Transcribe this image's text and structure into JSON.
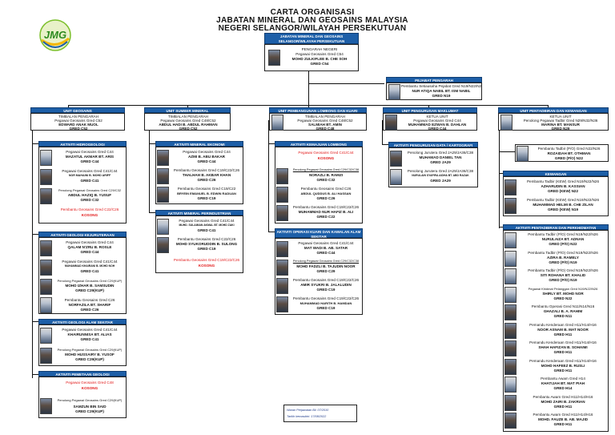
{
  "title": {
    "line1": "CARTA ORGANISASI",
    "line2": "JABATAN MINERAL DAN GEOSAINS MALAYSIA",
    "line3": "NEGERI SELANGOR/WILAYAH PERSEKUTUAN"
  },
  "logo": {
    "text": "JMG"
  },
  "top": {
    "header": "JABATAN MINERAL DAN GEOSAINS SELANGOR/WILAYAH PERSEKUTUAN",
    "role": "PENGARAH NEGERI",
    "grade": "Pegawai Geosains Gred C54",
    "name": "MOHD ZULKIFLEE B. CHE SOH",
    "name_grade": "GRED C54"
  },
  "office": {
    "header": "PEJABAT PENGARAH",
    "role": "Pembantu Setiausaha Pejabat Gred N19/N22/N26",
    "name": "NUR ATIQA NABIL BT. ISM NABIL",
    "grade": "GRED N19"
  },
  "units": {
    "geosains": {
      "header": "UNIT GEOSAINS",
      "role": "TIMBALAN PENGARAH",
      "grade": "Pegawai Geosains Gred C52",
      "name": "EDWARD ANAK MUOL",
      "name_grade": "GRED C52"
    },
    "mineral": {
      "header": "UNIT SUMBER MINERAL",
      "role": "TIMBALAN PENGARAH",
      "grade": "Pegawai Geosains Gred C48/C52",
      "name": "ABDUL HADI B. ABDUL RAHMAN",
      "name_grade": "GRED C52"
    },
    "lombong": {
      "header": "UNIT PEMBANGUNAN LOMBONG DAN KUARI",
      "role": "TIMBALAN PENGARAH",
      "grade": "Pegawai Geosains Gred C48/C52",
      "name": "SALMIAH BT. AMIN",
      "name_grade": "GRED C48"
    },
    "maklumat": {
      "header": "UNIT PENGURUSAN MAKLUMAT",
      "role": "KETUA UNIT",
      "grade": "Pegawai Geosains Gred C44",
      "name": "MUHAMMAD EZWAN B. DAHLAN",
      "name_grade": "GRED C44"
    },
    "pentadbiran": {
      "header": "UNIT PENTADBIRAN DAN KEWANGAN",
      "role": "KETUA UNIT",
      "grade": "Penolong Pegawai Tadbir Gred N29/N32/N36",
      "name": "MARINA BT. MANSUR",
      "name_grade": "GRED N29"
    }
  },
  "hidrogeologi": {
    "header": "AKTIVITI HIDROGEOLOGI",
    "p1": {
      "grade": "Pegawai Geosains Gred C44",
      "name": "MAZATUL AKMAR BT. ARIS",
      "g": "GRED C44"
    },
    "p2": {
      "grade": "Pegawai Geosains Gred C41/C44",
      "name": "NOR MAHAINI B. MOHD ARIFF",
      "g": "GRED C41"
    },
    "p3": {
      "grade": "Penolong Pegawai Geosains Gred C29/C32",
      "name": "ABDUL HAZIQ B. YUSUF",
      "g": "GRED C32"
    },
    "p4": {
      "grade": "Pembantu Geosains Gred C22/C26",
      "name": "KOSONG"
    }
  },
  "kejuruteraan": {
    "header": "AKTIVITI GEOLOGI KEJURUTERAAN",
    "p1": {
      "grade": "Pegawai Geosains Gred C44",
      "name": "QALAM N'ZRU B. ROSLE",
      "g": "GRED C44"
    },
    "p2": {
      "grade": "Pegawai Geosains Gred C41/C44",
      "name": "MUHAMMAD KHAIRANI B. MOHD NOH",
      "g": "GRED C41"
    },
    "p3": {
      "grade": "Penolong Pegawai Geosains Gred C29(KUP)",
      "name": "MOHD IZHAR B. SAMSUDIN",
      "g": "GRED C29(KUP)"
    },
    "p4": {
      "grade": "Pembantu Geosains Gred C26",
      "name": "NORFAZILA BT. SHARIF",
      "g": "GRED C26"
    }
  },
  "alam_sekitar": {
    "header": "AKTIVITI GEOLOGI ALAM SEKITAR",
    "p1": {
      "grade": "Pegawai Geosains Gred C41/C44",
      "name": "KHAIRUNNISA BT. ALIAS",
      "g": "GRED C41"
    },
    "p2": {
      "grade": "Penolong Pegawai Geosains Gred C29(KUP)",
      "name": "MOHD HUSSAIRY B. YUSOF",
      "g": "GRED C29(KUP)"
    }
  },
  "pemetaan": {
    "header": "AKTIVITI PEMETAAN GEOLOGI",
    "p1": {
      "grade": "Pegawai Geosains Gred C48",
      "name": "KOSONG"
    },
    "p2": {
      "grade": "Penolong Pegawai Geosains Gred C29(KUP)",
      "name": "SAMZUN BIN SAID",
      "g": "GRED C29(KUP)"
    }
  },
  "ekonomi": {
    "header": "AKTIVITI MINERAL EKONOMI",
    "p1": {
      "grade": "Pegawai Geosains Gred C44",
      "name": "AZMI B. ABU BAKAR",
      "g": "GRED C44"
    },
    "p2": {
      "grade": "Pembantu Geosains Gred C19/C22/C26",
      "name": "THALHAH B. AKBAR KHAN",
      "g": "GRED C26"
    },
    "p3": {
      "grade": "Pembantu Geosains Gred C19/C22",
      "name": "BRYEIN EMANUEL B. EDWIN RADUAN",
      "g": "GRED C19"
    }
  },
  "perindustrian": {
    "header": "AKTIVITI MINERAL PERINDUSTRIAN",
    "p1": {
      "grade": "Pegawai Geosains Gred C41/C44",
      "name": "MUHD. SULAIMAN AKMAL BT. MOHD ZAKI",
      "g": "GRED C41"
    },
    "p2": {
      "grade": "Pembantu Geosains Gred C22/C26",
      "name": "MOHD SYUKORUDDIN B. SULONG",
      "g": "GRED C19"
    },
    "p3": {
      "grade": "Pembantu Geosains Gred C19/C22/C26",
      "name": "KOSONG"
    }
  },
  "kemajuan": {
    "header": "AKTIVITI KEMAJUAN LOMBONG",
    "p1": {
      "grade": "Pegawai Geosains Gred C41/C44",
      "name": "KOSONG"
    },
    "p2": {
      "grade": "Penolong Pegawai Geosains Gred C29/C32/C38",
      "name": "NORAZLI B. RAMZI",
      "g": "GRED C32"
    },
    "p3": {
      "grade": "Pembantu Geosains Gred C26",
      "name": "ABDUL QUDDUS B. ALI HASSAN",
      "g": "GRED C26"
    },
    "p4": {
      "grade": "Pembantu Geosains Gred C19/C22/C26",
      "name": "MUHAMMAD NUR HAFIZ B. ALI",
      "g": "GRED C22"
    }
  },
  "operasi": {
    "header": "AKTIVITI OPERASI KUARI DAN KAWALAN ALAM SEKITAR",
    "p1": {
      "grade": "Pegawai Geosains Gred C41/C44",
      "name": "MAT WADI B. AB. SATAR",
      "g": "GRED C44"
    },
    "p2": {
      "grade": "Penolong Pegawai Geosains Gred C29/C32/C38",
      "name": "MOHD FADZLI B. TAJUDIN NOOR",
      "g": "GRED C29"
    },
    "p3": {
      "grade": "Pembantu Geosains Gred C19/C22/C26",
      "name": "AMIR SYUKRI B. JALALUDIN",
      "g": "GRED C19"
    },
    "p4": {
      "grade": "Pembantu Geosains Gred C19/C22/C26",
      "name": "MUHAMMAD HARITH B. HAMDAN",
      "g": "GRED C19"
    }
  },
  "pengurusan_data": {
    "header": "AKTIVITI PENGURUSAN DATA / KARTOGRAFI",
    "p1": {
      "grade": "Penolong Jurutera Gred JA29/JA36/C38",
      "name": "MUHAMAD DANIEL TAN",
      "g": "GRED JA29"
    },
    "p2": {
      "grade": "Penolong Jurutera Gred JA29/JA36/C38",
      "name": "NURULAIN SYAFIRA AIDHA BT. ABD RAZAK",
      "g": "GRED JA29"
    }
  },
  "tadbir_top": {
    "grade": "Pembantu Tadbir (P/O) Gred N22/N26",
    "name": "ROZAIDAH BT. OTHMAN",
    "g": "GRED (P/O) N22"
  },
  "kewangan": {
    "header": "KEWANGAN",
    "p1": {
      "grade": "Pembantu Tadbir (KEW) Gred N19/N22/N26",
      "name": "AZHARUDIN B. KASSIAN",
      "g": "GRED (KEW) N22"
    },
    "p2": {
      "grade": "Pembantu Tadbir (KEW) Gred N19/N22/N26",
      "name": "MUHAMMAD HELMI B. CHE ZILAN",
      "g": "GRED (KEW) N19"
    }
  },
  "aktiviti_pentadbiran": {
    "header": "AKTIVITI PENTADBIRAN DAN PERKHIDMATAN",
    "items": [
      {
        "grade": "Pembantu Tadbir (P/O) Gred N19/N22/N26",
        "name": "NURULAIZA BT. ADNAN",
        "g": "GRED (P/O) N22"
      },
      {
        "grade": "Pembantu Tadbir (P/O) Gred N19/N22/N26",
        "name": "AZIRA B. RAMELY",
        "g": "GRED (P/O) N19"
      },
      {
        "grade": "Pembantu Tadbir (P/O) Gred N19/N22/N26",
        "name": "SITI ROHANA BT. KHALID",
        "g": "GRED (P/O) N19"
      },
      {
        "grade": "Pegawai Khidmat Pelanggan Gred N19/N22/N26",
        "name": "SHIRLY BT. MOHD NOR",
        "g": "GRED N22"
      },
      {
        "grade": "Pembantu Operasi Gred N11/N14/N16",
        "name": "GHAZALI B. A. RAHIM",
        "g": "GRED N11"
      },
      {
        "grade": "Pemandu Kenderaan Gred H11/H14/H16",
        "name": "NOOR ASNAM B. MAT NOOR",
        "g": "GRED H11"
      },
      {
        "grade": "Pemandu Kenderaan Gred H11/H14/H16",
        "name": "SHAH HAFIZAN B. SOHAIMI",
        "g": "GRED H11"
      },
      {
        "grade": "Pemandu Kenderaan Gred H11/H14/H16",
        "name": "MOHD HAFEEZ B. RUSLI",
        "g": "GRED H11"
      },
      {
        "grade": "Pembantu Awam Gred H14",
        "name": "KHATIJAH BT. MAT PIAH",
        "g": "GRED H14"
      },
      {
        "grade": "Pembantu Awam Gred H11/H14/H16",
        "name": "MOHD ZAIRI B. ZAKRIAN",
        "g": "GRED H11"
      },
      {
        "grade": "Pembantu Awam Gred H11/H14/H16",
        "name": "MOHD. FAUZE B. AB. MAJID",
        "g": "GRED H11"
      }
    ]
  },
  "footer": {
    "line1": "Waran Perjawatan Bil. 07/2010",
    "line2": "Tarikh kemaskini: 17/08/2022"
  },
  "colors": {
    "header_blue": "#1d5fa8",
    "vacant_red": "#e21a1a"
  }
}
